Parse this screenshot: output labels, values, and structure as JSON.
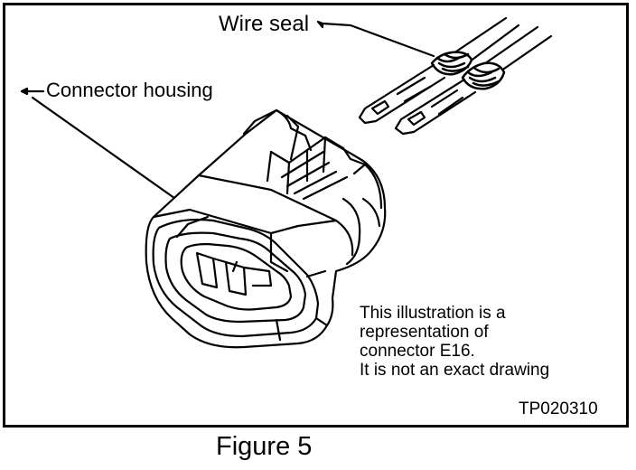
{
  "labels": {
    "wire_seal": "Wire seal",
    "connector_housing": "Connector housing"
  },
  "note": {
    "line1": "This illustration is a",
    "line2": "representation  of",
    "line3": "connector E16.",
    "line4": " It is not an exact drawing"
  },
  "reference_code": "TP020310",
  "caption": "Figure 5",
  "colors": {
    "ink": "#000000",
    "paper": "#ffffff"
  }
}
